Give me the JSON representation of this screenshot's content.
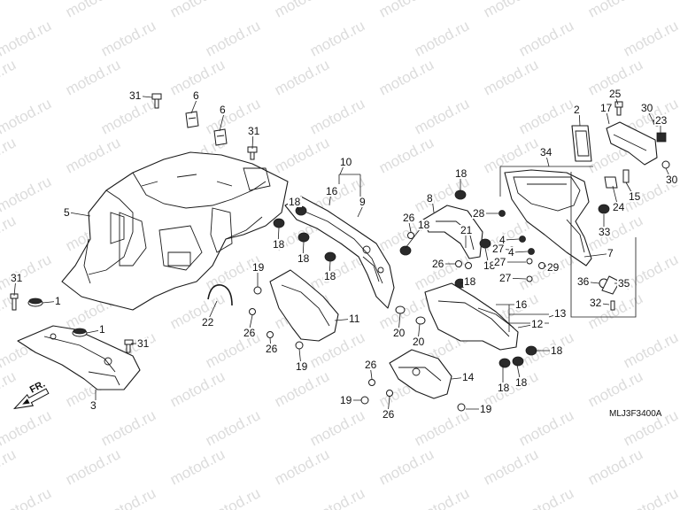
{
  "watermark": {
    "text": "motod.ru"
  },
  "diagram": {
    "code": "MLJ3F3400A",
    "front_marker": "FR."
  },
  "callouts": [
    "31",
    "6",
    "6",
    "31",
    "5",
    "1",
    "1",
    "31",
    "31",
    "3",
    "22",
    "10",
    "16",
    "9",
    "18",
    "18",
    "18",
    "18",
    "19",
    "11",
    "26",
    "26",
    "19",
    "8",
    "18",
    "26",
    "18",
    "21",
    "18",
    "26",
    "18",
    "20",
    "20",
    "26",
    "19",
    "26",
    "14",
    "19",
    "16",
    "12",
    "13",
    "18",
    "18",
    "18",
    "2",
    "17",
    "25",
    "30",
    "23",
    "34",
    "28",
    "4",
    "4",
    "27",
    "27",
    "27",
    "29",
    "15",
    "24",
    "33",
    "7",
    "36",
    "35",
    "32",
    "30"
  ]
}
